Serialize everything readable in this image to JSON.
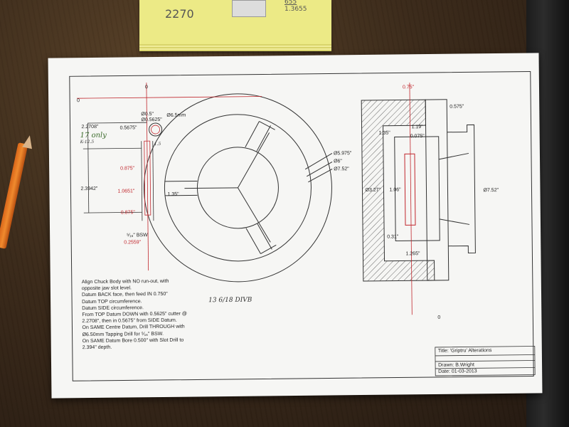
{
  "notepad": {
    "note_main": "2270",
    "note_small_top": "655",
    "note_small_bottom": "1.3655"
  },
  "drawing": {
    "dim_labels": {
      "zero_left": "0",
      "zero_top": "0",
      "zero_bottom": "0",
      "d0_5": "Ø0.5\"",
      "d0_5625": "Ø0.5625\"",
      "d6_5mm": "Ø6.5mm",
      "v0_5675": "0.5675\"",
      "v2_2708": "2.2708\"",
      "v2_3942": "2.3942\"",
      "v0_875a": "0.875\"",
      "v1_0651": "1.0651\"",
      "v0_875b": "0.875\"",
      "v1_35_left": "1.35\"",
      "bsw": "⁵⁄₁₆\" BSW",
      "v0_2559": "0.2559\"",
      "v5_975": "Ø5.975\"",
      "v6": "Ø6\"",
      "v7_52_left": "Ø7.52\"",
      "v0_75": "0.75\"",
      "v0_575": "0.575\"",
      "v1_35_right": "1.35\"",
      "v1_19": "1.19\"",
      "v0_075": "0.075\"",
      "v3_27": "Ø3.27\"",
      "v1_06": "1.06\"",
      "v7_52_right": "Ø7.52\"",
      "v0_31": "0.31\"",
      "v1_265": "1.265\""
    },
    "hand_notes": {
      "green_note": "17 only",
      "green_sub": "K-12.5",
      "small_mark": "1.5",
      "div_note": "13 6/18 DIVB"
    },
    "instructions": [
      "Align Chuck Body with NO run-out, with",
      "opposite jaw slot level.",
      "Datum BACK face, then feed IN 0.750\"",
      "Datum TOP circumference.",
      "Datum SIDE circumference.",
      "From TOP Datum DOWN with 0.5625\" cutter @",
      "2.2708\", then in 0.5675\" from SIDE Datum.",
      "On SAME Centre Datum, Drill THROUGH with",
      "Ø6.50mm Tapping Drill for ⁵⁄₁₆\" BSW.",
      "On SAME Datum Bore 0.500\" with Slot Drill to",
      "2.394\" depth."
    ],
    "title_block": {
      "title": "Title:  'Griptru' Alterations",
      "drawn": "Drawn:  B.Wright",
      "date": "Date:  01-03-2013"
    }
  }
}
